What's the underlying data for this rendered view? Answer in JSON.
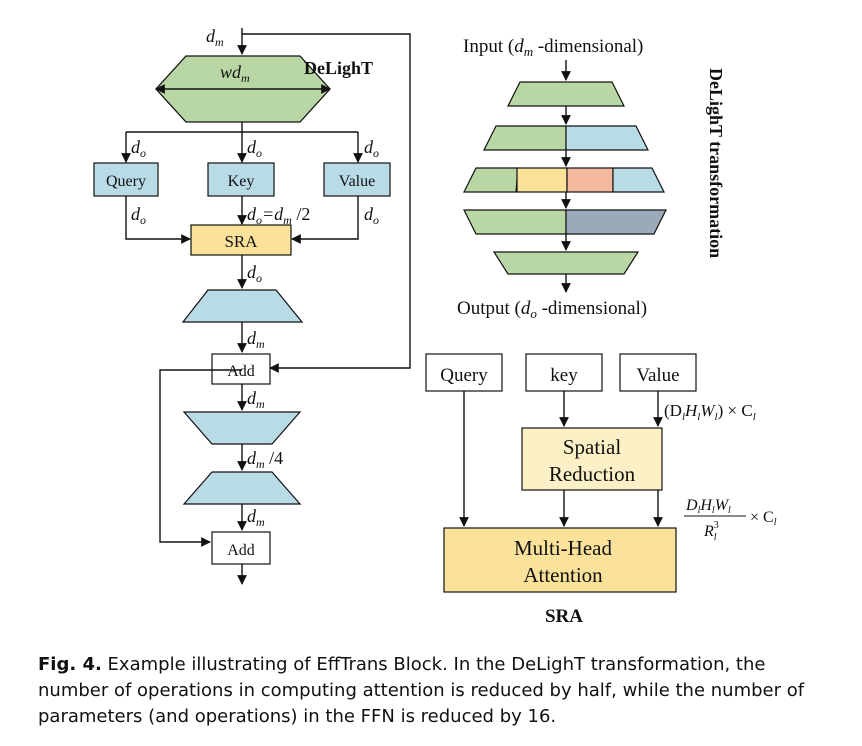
{
  "colors": {
    "green": "#b9d7a5",
    "blue": "#b9dbe6",
    "yellow": "#fbe29a",
    "lightYellow": "#fcf0c6",
    "orange": "#f4b89f",
    "grayBlue": "#9aaab9",
    "sraBox": "#fbe29a",
    "line": "#111111"
  },
  "left": {
    "dm_top": "d",
    "dm_top_sub": "m",
    "wdm_w": "wd",
    "wdm_sub": "m",
    "delight_label": "DeLighT",
    "do1": "d",
    "do1_sub": "o",
    "do2": "d",
    "do2_sub": "o",
    "do3": "d",
    "do3_sub": "o",
    "query": "Query",
    "key": "Key",
    "value": "Value",
    "do4": "d",
    "do4_sub": "o",
    "do5_a": "d",
    "do5_a_sub": "o",
    "do5_b": "=d",
    "do5_b_sub": "m",
    "do5_c": " /2",
    "do6": "d",
    "do6_sub": "o",
    "sra": "SRA",
    "do7": "d",
    "do7_sub": "o",
    "dm2": "d",
    "dm2_sub": "m",
    "add1": "Add",
    "dm3": "d",
    "dm3_sub": "m",
    "dm4": "d",
    "dm4_sub": "m",
    "dm4_suffix": " /4",
    "dm5": "d",
    "dm5_sub": "m",
    "add2": "Add"
  },
  "right_top": {
    "input_label_a": "Input (",
    "input_label_d": "d",
    "input_label_sub": "m",
    "input_label_b": " -dimensional)",
    "output_label_a": "Output (",
    "output_label_d": "d",
    "output_label_sub": "o",
    "output_label_b": " -dimensional)",
    "vertical_title": "DeLighT transformation"
  },
  "sra_detail": {
    "query": "Query",
    "key": "key",
    "value": "Value",
    "value_dims": "(D",
    "value_dims_sub1": "l",
    "value_dims_h": "H",
    "value_dims_sub2": "l",
    "value_dims_w": "W",
    "value_dims_sub3": "l",
    "value_dims_end": ") × C",
    "value_dims_sub4": "l",
    "spatial_line1": "Spatial",
    "spatial_line2": "Reduction",
    "frac_num": "D",
    "frac_num_s1": "l",
    "frac_num_h": "H",
    "frac_num_s2": "l",
    "frac_num_w": "W",
    "frac_num_s3": "l",
    "frac_den": "R",
    "frac_den_sup": "3",
    "frac_den_sub": "l",
    "frac_times": "× C",
    "frac_times_sub": "l",
    "mha_line1": "Multi-Head",
    "mha_line2": "Attention",
    "sra_title": "SRA"
  },
  "caption": {
    "label": "Fig. 4.",
    "text": " Example illustrating of EffTrans Block. In the DeLighT transformation, the number of operations in computing attention is reduced by half, while the number of parameters (and operations) in the FFN is reduced by 16."
  }
}
